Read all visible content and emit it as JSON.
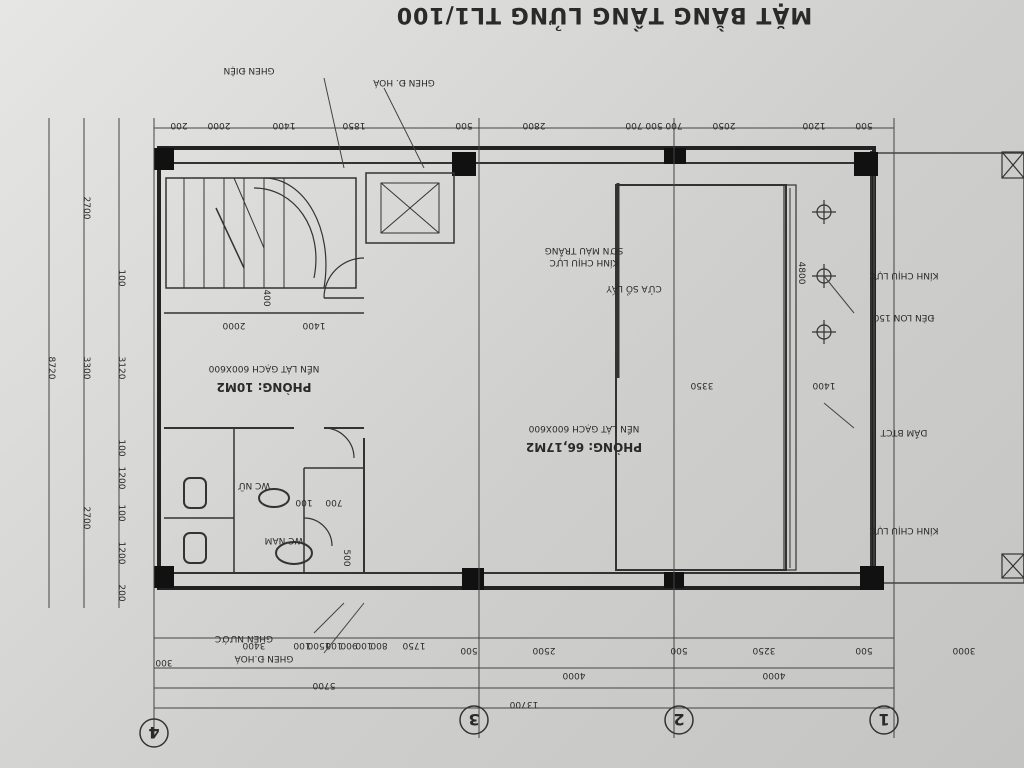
{
  "title": "MẶT BẰNG TẦNG LỬNG TL1/100",
  "rooms": {
    "small_name": "PHÒNG: 10M2",
    "small_floor": "NỀN LÁT GẠCH 600X600",
    "big_name": "PHÒNG: 66,17M2",
    "big_floor": "NỀN LÁT GẠCH 600X600"
  },
  "labels": {
    "ghen_dien": "GHEN ĐIỆN",
    "ghen_dh_top": "GHEN Đ. HOÁ",
    "ghen_nuoc": "GHEN NƯỚC",
    "ghen_dh_bottom": "GHEN Đ.HOÁ",
    "wc_nu": "WC NỮ",
    "wc_nam": "WC NAM",
    "kinh_chiu_luc_1": "KÍNH CHỊU LỰC",
    "kinh_chiu_luc_2": "KÍNH CHỊU LỰC",
    "den_lon": "ĐÈN LON 150",
    "dam_btct": "DẦM BTCT",
    "cua_so_lay": "CỬA SỔ LẤY",
    "kinh_chiu_luc_mau": "KÍNH CHỊU LỰC",
    "son_mau_trang": "SƠN MÀU TRẮNG"
  },
  "grid": [
    "1",
    "2",
    "3",
    "4"
  ],
  "dims_top": [
    "200",
    "2000",
    "1400",
    "1850",
    "500",
    "2800",
    "700",
    "500",
    "700",
    "2050",
    "1200",
    "500"
  ],
  "dims_left": [
    "8720",
    "2700",
    "3300",
    "2700",
    "100",
    "3120",
    "100",
    "1200",
    "100",
    "1200",
    "200"
  ],
  "dims_bottom": [
    "3400",
    "100",
    "1500",
    "100",
    "900",
    "100",
    "800",
    "1750",
    "500",
    "2500",
    "500",
    "3250",
    "500",
    "3000",
    "300",
    "5700",
    "4000",
    "4000",
    "13700"
  ],
  "dims_inner": [
    "1400",
    "2000",
    "400",
    "100",
    "700",
    "500",
    "3350",
    "4800",
    "1400"
  ]
}
